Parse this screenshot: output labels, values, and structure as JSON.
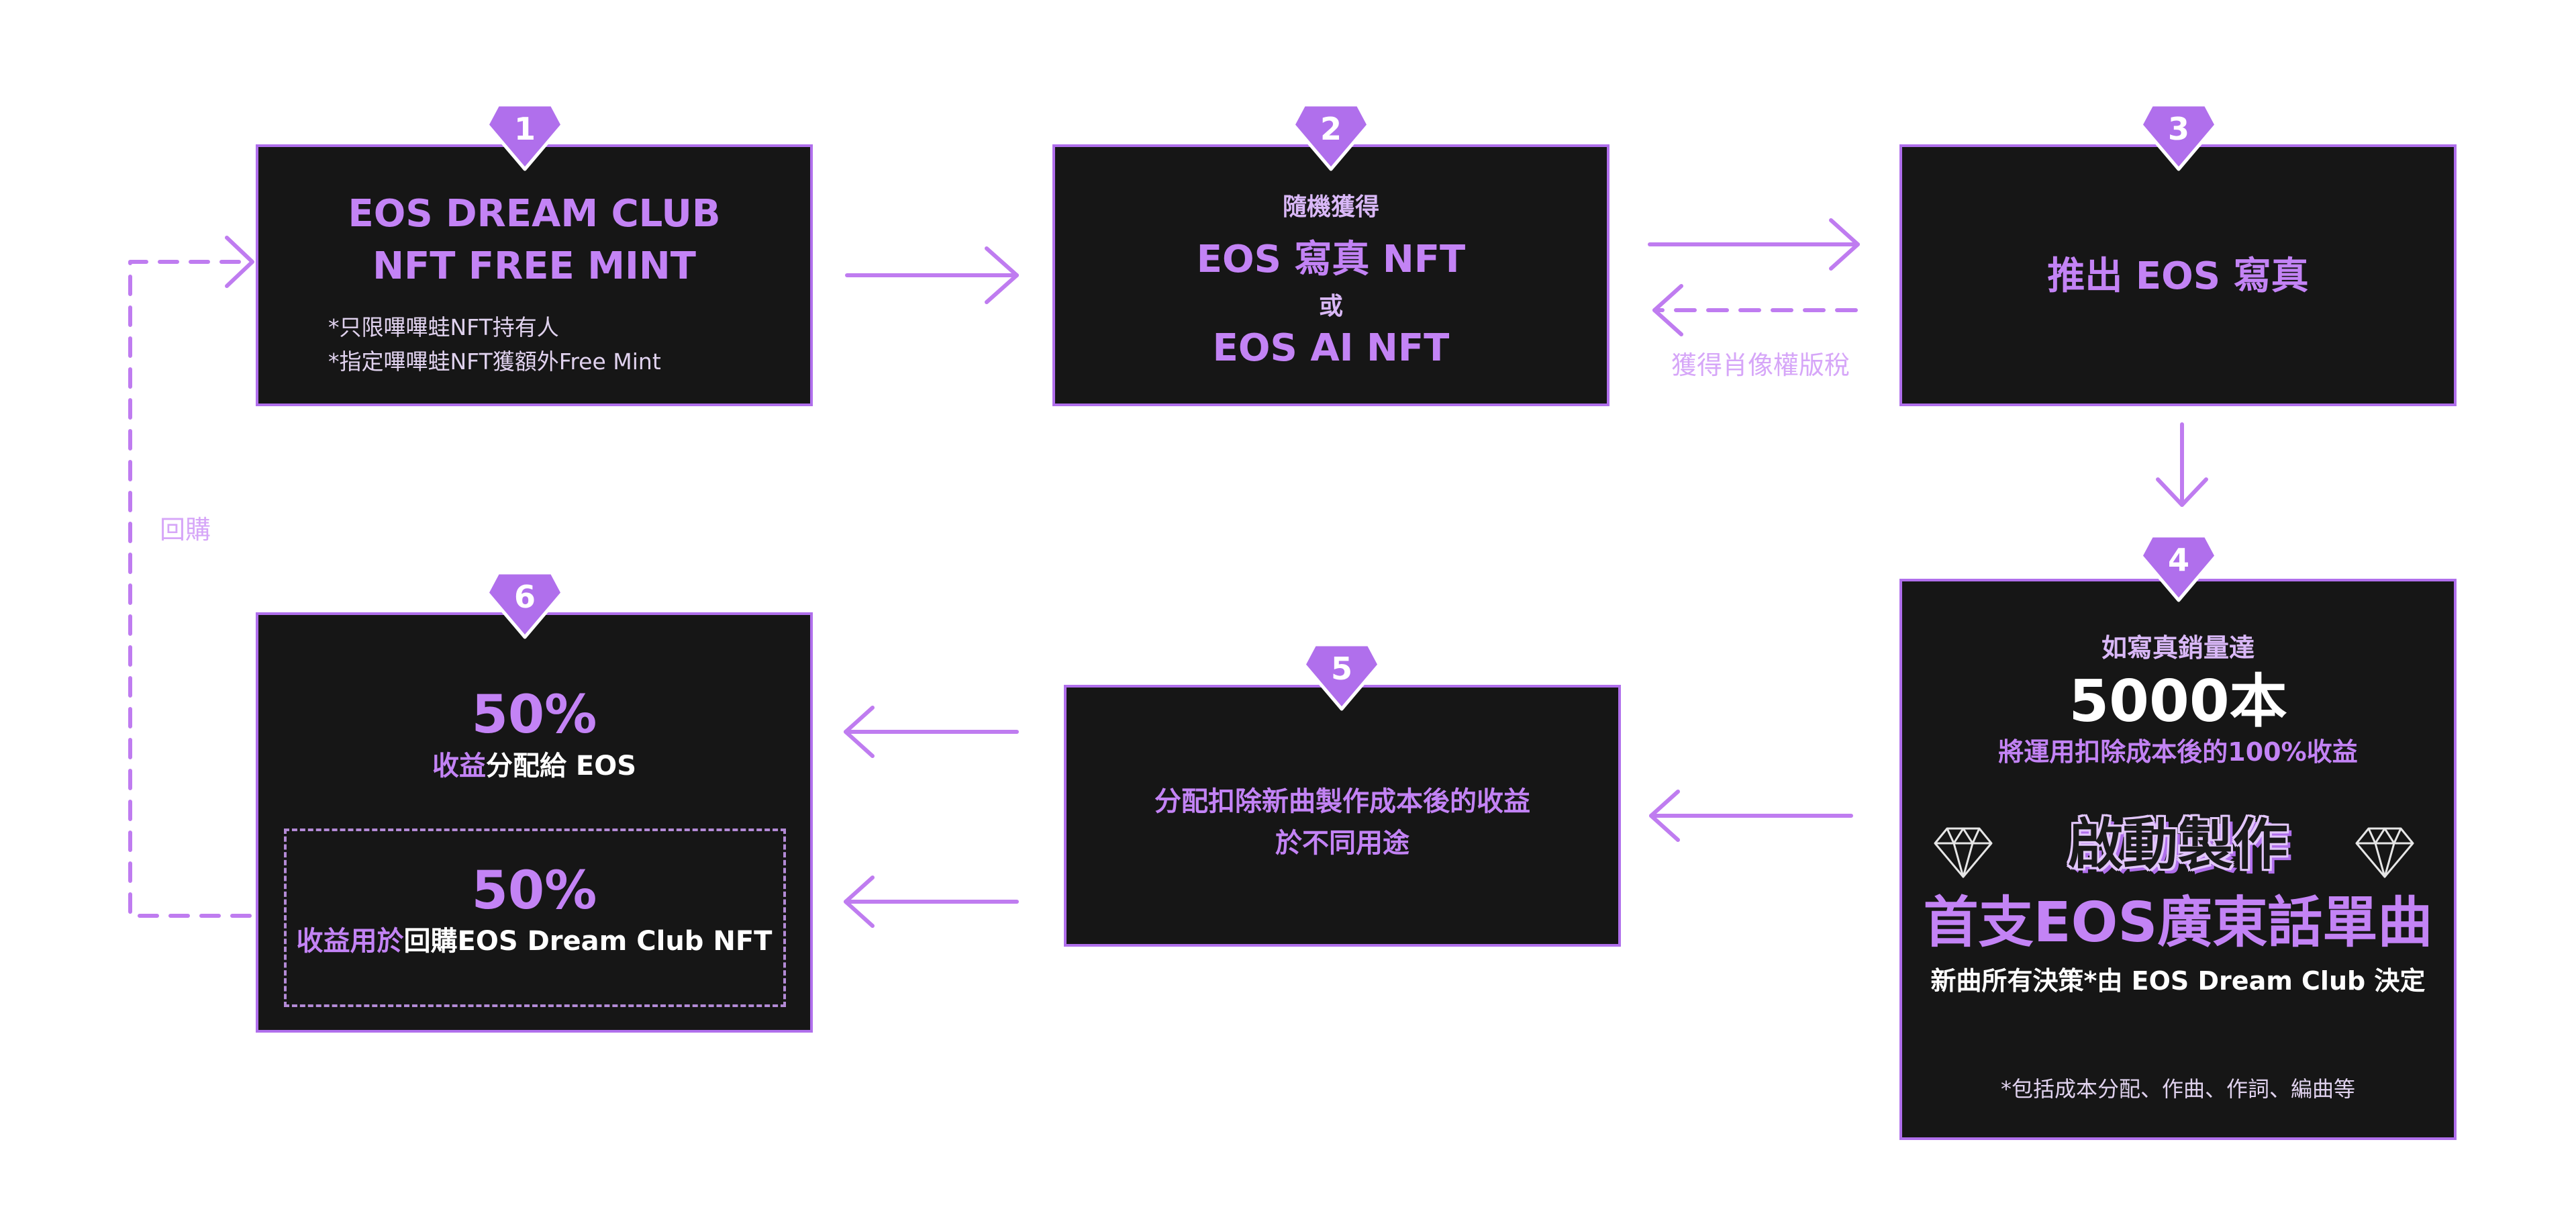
{
  "colors": {
    "accent": "#c383f5",
    "box_bg": "#161616",
    "box_border": "#b06fec",
    "arrow": "#bf7cf0",
    "label": "#d6a6f8"
  },
  "steps": {
    "s1": {
      "badge": "1",
      "line1": "EOS DREAM CLUB",
      "line2": "NFT FREE MINT",
      "note1": "*只限嗶嗶蛙NFT持有人",
      "note2": "*指定嗶嗶蛙NFT獲額外Free Mint"
    },
    "s2": {
      "badge": "2",
      "small": "隨機獲得",
      "line1": "EOS 寫真 NFT",
      "or": "或",
      "line2": "EOS AI NFT"
    },
    "s3": {
      "badge": "3",
      "line1": "推出 EOS 寫真"
    },
    "s4": {
      "badge": "4",
      "line1": "如寫真銷量達",
      "big": "5000本",
      "line2": "將運用扣除成本後的100%收益",
      "highlight": "啟動製作",
      "title": "首支EOS廣東話單曲",
      "line3": "新曲所有決策*由 EOS Dream Club 決定",
      "footnote": "*包括成本分配、作曲、作詞、編曲等"
    },
    "s5": {
      "badge": "5",
      "line1": "分配扣除新曲製作成本後的收益",
      "line2": "於不同用途"
    },
    "s6": {
      "badge": "6",
      "pct1": "50%",
      "desc1_a": "收益",
      "desc1_b": "分配給 EOS",
      "pct2": "50%",
      "desc2_a": "收益用於",
      "desc2_b": "回購EOS Dream Club NFT"
    }
  },
  "labels": {
    "royalty": "獲得肖像權版稅",
    "buyback": "回購"
  },
  "icons": {
    "diamond_left": "diamond-icon",
    "diamond_right": "diamond-icon"
  }
}
